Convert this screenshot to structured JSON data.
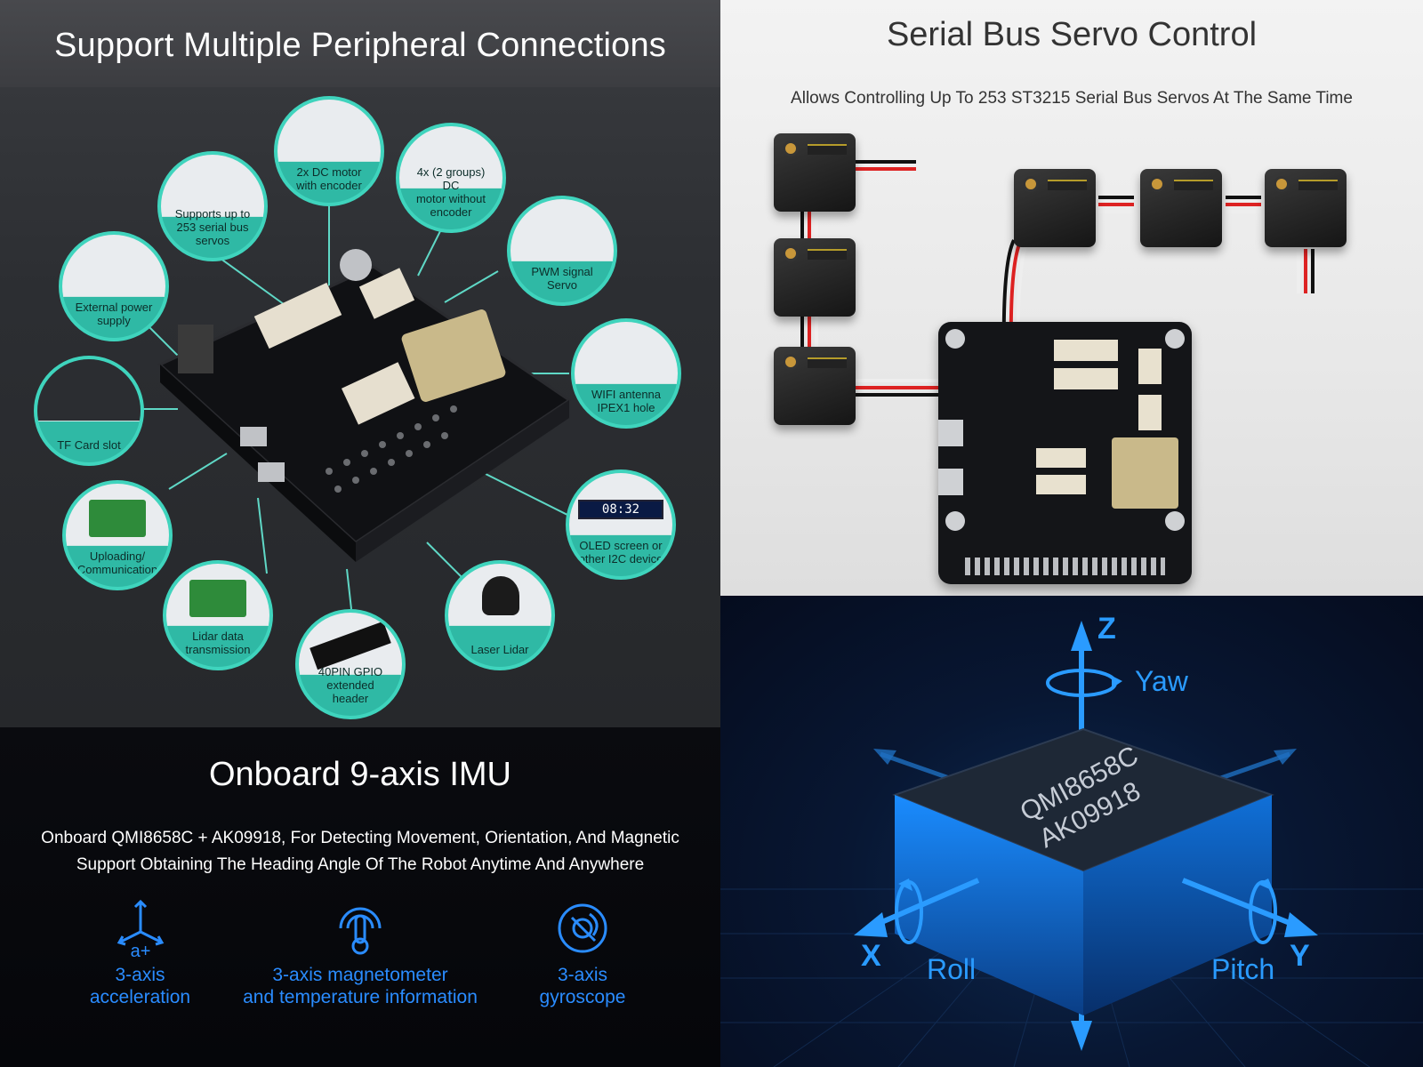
{
  "peripherals": {
    "title": "Support Multiple Peripheral Connections",
    "items": {
      "dc_motor_encoder": "2x DC motor\nwith encoder",
      "dc_motor_no_encoder": "4x (2 groups) DC\nmotor without\nencoder",
      "serial_bus_servos": "Supports up to\n253 serial bus\nservos",
      "pwm_servo": "PWM signal\nServo",
      "external_power": "External power\nsupply",
      "wifi_antenna": "WIFI antenna\nIPEX1 hole",
      "tf_card": "TF Card slot",
      "oled": "OLED screen or\nother I2C device",
      "uploading": "Uploading/\nCommunication",
      "lidar_data": "Lidar data\ntransmission",
      "gpio_header": "40PIN GPIO\nextended\nheader",
      "laser_lidar": "Laser Lidar"
    },
    "oled_time": "08:32"
  },
  "servo": {
    "title": "Serial Bus Servo Control",
    "subtitle": "Allows Controlling Up To 253 ST3215 Serial Bus Servos At The Same Time"
  },
  "imu": {
    "title": "Onboard 9-axis IMU",
    "description_line1": "Onboard QMI8658C + AK09918, For Detecting Movement, Orientation, And Magnetic",
    "description_line2": "Support Obtaining The Heading Angle Of The Robot Anytime And Anywhere",
    "features": [
      {
        "label_1": "3-axis",
        "label_2": "acceleration",
        "icon": "acceleration-icon"
      },
      {
        "label_1": "3-axis magnetometer",
        "label_2": "and temperature information",
        "icon": "magnetometer-icon"
      },
      {
        "label_1": "3-axis",
        "label_2": "gyroscope",
        "icon": "gyroscope-icon"
      }
    ],
    "accel_icon_text": "a+"
  },
  "axes": {
    "chip_line1": "QMI8658C",
    "chip_line2": "AK09918",
    "z": "Z",
    "x": "X",
    "y": "Y",
    "yaw": "Yaw",
    "roll": "Roll",
    "pitch": "Pitch"
  },
  "colors": {
    "teal": "#2fb9a5",
    "imu_blue": "#2a8cff",
    "axis_blue": "#2a9bff"
  }
}
